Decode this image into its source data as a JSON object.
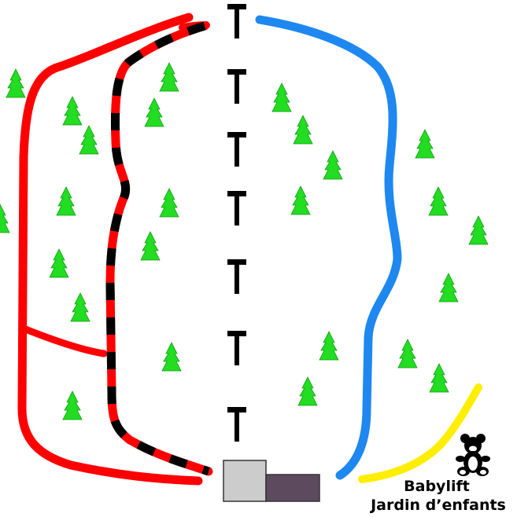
{
  "kids_area": {
    "line1": "Babylift",
    "line2": "Jardin d’enfants",
    "icon": "teddy-bear-icon"
  },
  "colors": {
    "red_run": "#ff0000",
    "black_run": "#000000",
    "blue_run": "#1e88f0",
    "yellow_run": "#ffee00",
    "tree": "#22dd22",
    "lift": "#000000",
    "building_gray": "#cccccc",
    "building_purple": "#5e4a5e"
  },
  "lift_count": 7
}
